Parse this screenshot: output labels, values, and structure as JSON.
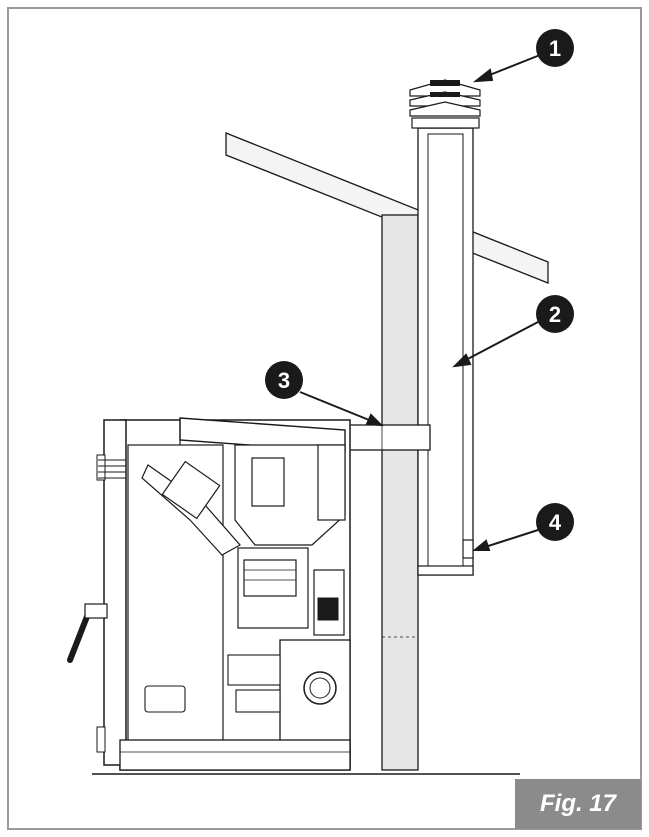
{
  "figure": {
    "caption": "Fig. 17",
    "callouts": [
      {
        "id": 1,
        "label": "1"
      },
      {
        "id": 2,
        "label": "2"
      },
      {
        "id": 3,
        "label": "3"
      },
      {
        "id": 4,
        "label": "4"
      }
    ]
  },
  "colors": {
    "frame": "#9a9a9a",
    "line": "#1a1a1a",
    "wall": "#e6e6e6",
    "callout": "#1a1a1a",
    "caption_bg": "#8b8b8b",
    "caption_text": "#ffffff"
  }
}
